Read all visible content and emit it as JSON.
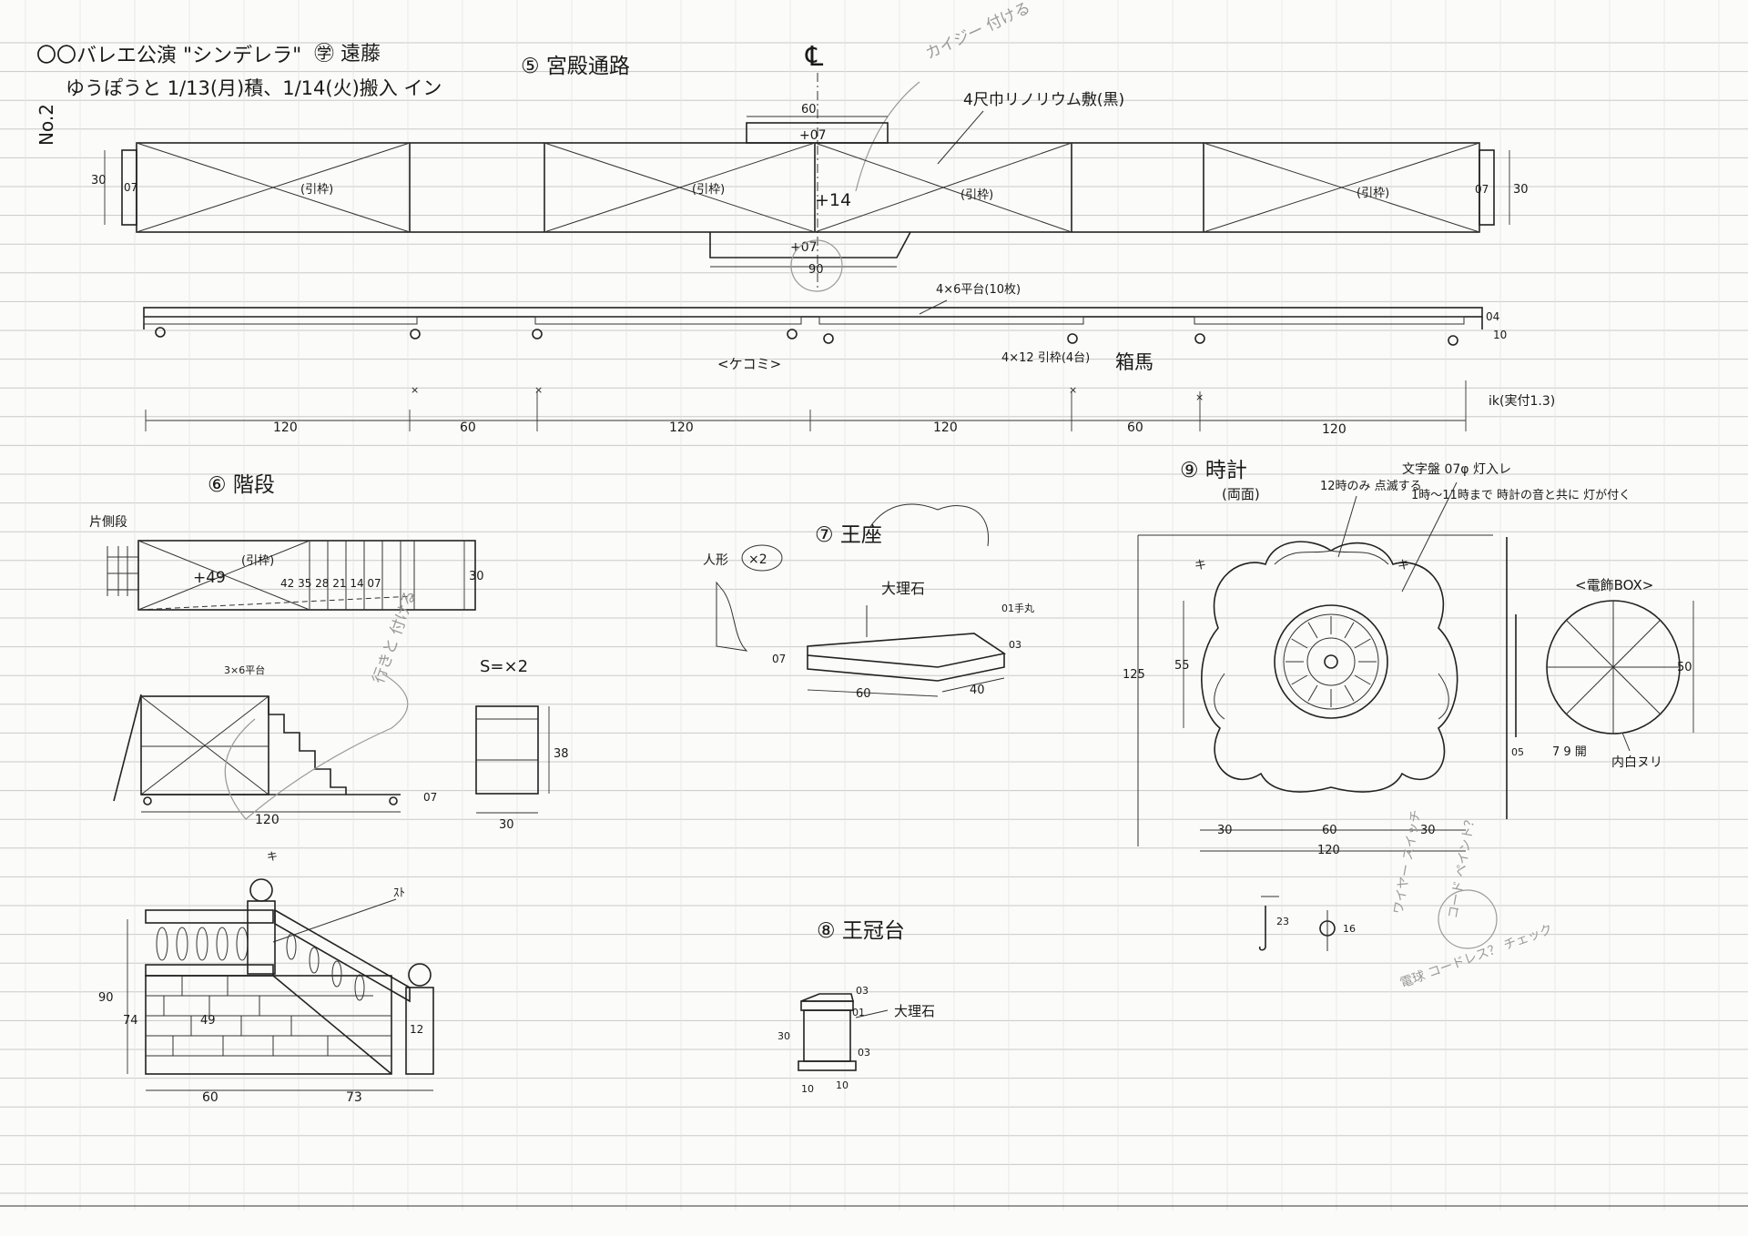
{
  "header": {
    "title": "〇〇バレエ公演 \"シンデレラ\"",
    "designer": "㊫ 遠藤",
    "schedule": "ゆうぽうと 1/13(月)積、1/14(火)搬入 イン",
    "sheet_no": "No.2"
  },
  "section5": {
    "title": "⑤ 宮殿通路",
    "centerline": "℄",
    "pencil_note": "カイジー 付ける",
    "linoleum_note": "4尺巾リノリウム敷(黒)",
    "panel_labels": [
      "(引枠)",
      "(引枠)",
      "(引枠)",
      "(引枠)"
    ],
    "h_center": "+14",
    "d_top_width": "60",
    "d_top_h": "+07",
    "d_bot_h": "+07",
    "d_bot_width": "90",
    "d_left_30": "30",
    "d_left_07": "07",
    "d_right_07": "07",
    "d_right_30": "30",
    "platform_note": "4×6平台(10枚)",
    "d_04": "04",
    "d_10": "10",
    "hikiwaku_note": "4×12 引枠(4台)",
    "hakouma": "箱馬",
    "kekomi": "<ケコミ>",
    "d_segments": [
      "120",
      "60",
      "120",
      "120",
      "60",
      "120"
    ],
    "d_iki": "ik(実付1.3)",
    "small_x": "×"
  },
  "section6": {
    "title": "⑥ 階段",
    "side_stair_label": "片側段",
    "panel_label": "(引枠)",
    "h_49": "+49",
    "steps": "42 35 28 21 14 07",
    "d_30": "30",
    "platform_label": "3×6平台",
    "pencil_note": "行きと 付ける",
    "s_count": "S=×2",
    "d_120": "120",
    "d_07": "07",
    "d_38": "38",
    "d_30b": "30",
    "elev_90": "90",
    "elev_74": "74",
    "elev_49": "49",
    "elev_12": "12",
    "elev_60": "60",
    "elev_73": "73",
    "light_label": "ｽﾄ",
    "arrow_mark": "キ"
  },
  "section7": {
    "title": "⑦ 王座",
    "doll_label": "人形",
    "doll_count": "×2",
    "marble": "大理石",
    "d_01": "01手丸",
    "d_03": "03",
    "d_07": "07",
    "d_60": "60",
    "d_40": "40"
  },
  "section8": {
    "title": "⑧ 王冠台",
    "marble": "大理石",
    "d_03a": "03",
    "d_01": "01",
    "d_30": "30",
    "d_03b": "03",
    "d_10a": "10",
    "d_10b": "10"
  },
  "section9": {
    "title": "⑨ 時計",
    "subtitle": "(両面)",
    "note_12": "12時のみ 点滅する",
    "dial_note": "文字盤 07φ 灯入レ",
    "chime_note": "1時〜11時まで 時計の音と共に 灯が付く",
    "box_label": "<電飾BOX>",
    "d_125": "125",
    "d_55": "55",
    "d_50": "50",
    "d_05": "05",
    "gap_note": "7 9 開",
    "inner_note": "内白ヌリ",
    "d_30a": "30",
    "d_60": "60",
    "d_30b": "30",
    "d_120": "120",
    "d_23": "23",
    "d_16": "16",
    "pencil_note_1": "ワイヤー スイッチ",
    "pencil_note_2": "コード ペイント？",
    "pencil_note_3": "電球 コードレス？ チェック",
    "arrow_mark": "キ"
  }
}
